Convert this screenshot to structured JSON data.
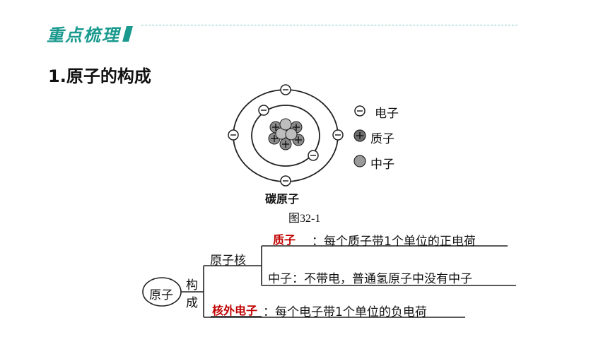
{
  "header": {
    "title": "重点梳理"
  },
  "section": {
    "title": "1.原子的构成"
  },
  "figure": {
    "atom_caption": "碳原子",
    "caption": "图32-1",
    "legend": {
      "electron": "电子",
      "proton": "质子",
      "neutron": "中子"
    }
  },
  "tree": {
    "root": "原子",
    "relation": [
      "构",
      "成"
    ],
    "nucleus": "原子核",
    "proton_answer": "质子",
    "proton_desc": "：每个质子带1个单位的正电荷",
    "neutron_desc": "中子：不带电，普通氢原子中没有中子",
    "electron_answer": "核外电子",
    "electron_desc": "：每个电子带1个单位的负电荷"
  },
  "colors": {
    "accent": "#1a9a8e",
    "answer": "#c00000"
  }
}
